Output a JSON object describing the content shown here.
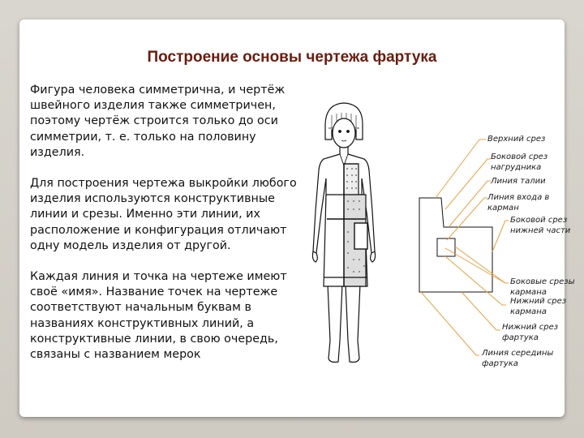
{
  "title": "Построение основы чертежа фартука",
  "paragraphs": [
    "Фигура человека симметрична, и чертёж швейного изделия также симметричен, поэтому чертёж строится только до оси симметрии, т. е. только на половину изделия.",
    "Для построения чертежа выкройки любого изделия используются конструктивные линии и срезы. Именно эти линии, их расположение и конфигурация отличают одну модель изделия от другой.",
    "Каждая линия и точка на чертеже имеют своё «имя». Название точек на чертеже соответствуют начальным буквам в названиях конструктивных линий, а конструктивные линии, в свою очередь, связаны с названием мерок"
  ],
  "labels": {
    "top_edge": "Верхний срез",
    "bib_side_1": "Боковой срез",
    "bib_side_2": "нагрудника",
    "waist": "Линия талии",
    "pocket_entry_1": "Линия входа в",
    "pocket_entry_2": "карман",
    "lower_side_1": "Боковой срез",
    "lower_side_2": "нижней части",
    "pocket_sides_1": "Боковые срезы",
    "pocket_sides_2": "кармана",
    "pocket_bottom_1": "Нижний срез",
    "pocket_bottom_2": "кармана",
    "apron_bottom_1": "Нижний срез",
    "apron_bottom_2": "фартука",
    "center_line_1": "Линия середины",
    "center_line_2": "фартука"
  },
  "colors": {
    "title": "#6b1c0e",
    "leader_lines": "#e8a040"
  }
}
